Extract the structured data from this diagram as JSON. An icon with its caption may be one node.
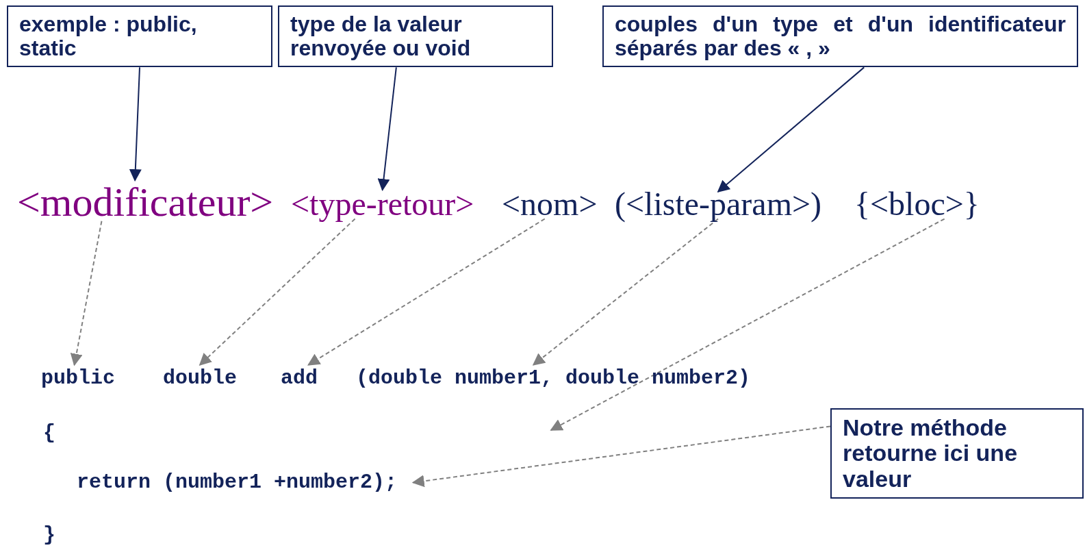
{
  "diagram": {
    "nodes": [
      {
        "text": [
          "exemple : public, static"
        ]
      },
      {
        "text": [
          "type de la valeur renvoyée ou void"
        ]
      },
      {
        "text": [
          "couples d'un type et d'un identificateur séparés par des « , »"
        ]
      },
      {
        "text": [
          "<modificateur>"
        ]
      },
      {
        "text": [
          "<type-retour>"
        ]
      },
      {
        "text": [
          "<nom>"
        ]
      },
      {
        "text": [
          "(<liste-param>)"
        ]
      },
      {
        "text": [
          "{<bloc>}"
        ]
      },
      {
        "text": [
          "public"
        ]
      },
      {
        "text": [
          "double"
        ]
      },
      {
        "text": [
          "add"
        ]
      },
      {
        "text": [
          "(double number1, double number2)"
        ]
      },
      {
        "text": [
          "{"
        ]
      },
      {
        "text": [
          "return (number1 +number2);"
        ]
      },
      {
        "text": [
          "}"
        ]
      },
      {
        "text": [
          "Notre méthode retourne ici une valeur"
        ]
      }
    ],
    "edges": [
      {
        "from": 0,
        "to": 3,
        "arrow": "to",
        "color": "#13235a"
      },
      {
        "from": 1,
        "to": 4,
        "arrow": "to",
        "color": "#13235a"
      },
      {
        "from": 2,
        "to": 6,
        "arrow": "to",
        "color": "#13235a"
      },
      {
        "from": 3,
        "to": 8,
        "arrow": "to",
        "style": "dashed"
      },
      {
        "from": 4,
        "to": 9,
        "arrow": "to",
        "style": "dashed"
      },
      {
        "from": 5,
        "to": 10,
        "arrow": "to",
        "style": "dashed"
      },
      {
        "from": 6,
        "to": 11,
        "arrow": "to",
        "style": "dashed"
      },
      {
        "from": 7,
        "to": null,
        "arrow": "to",
        "style": "dashed"
      },
      {
        "from": 15,
        "to": 13,
        "arrow": "to",
        "style": "dashed"
      }
    ]
  }
}
